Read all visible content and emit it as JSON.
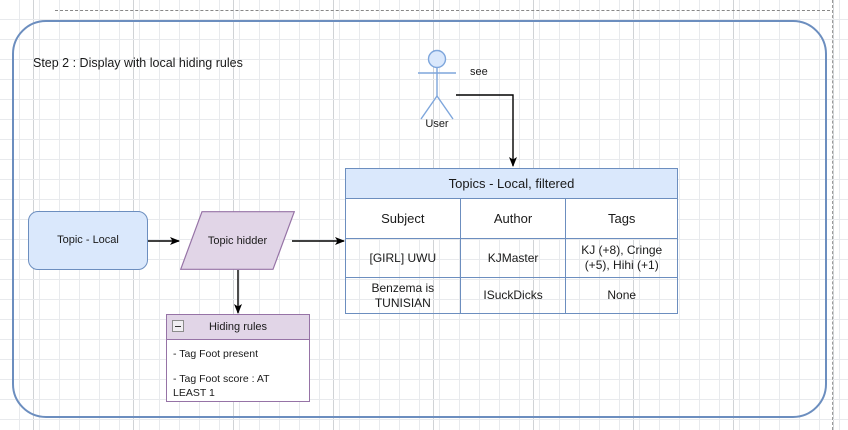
{
  "canvas": {
    "step_title": "Step 2 : Display with local hiding rules",
    "colors": {
      "frame_border": "#6c8ebf",
      "box_fill": "#dae8fc",
      "box_border": "#6c8ebf",
      "parallelogram_fill": "#e1d5e7",
      "parallelogram_border": "#9673a6",
      "note_header_fill": "#e1d5e7",
      "note_border": "#9673a6",
      "actor_stroke": "#7ea6dc",
      "connector": "#000000",
      "grid": "#e8eaed"
    }
  },
  "nodes": {
    "topic_local": {
      "label": "Topic - Local"
    },
    "topic_hidder": {
      "label": "Topic hidder"
    },
    "actor": {
      "label": "User",
      "icon": "actor-stick-figure-icon"
    },
    "note": {
      "title": "Hiding rules",
      "collapse_icon": "collapse-minus-icon",
      "rules": [
        "- Tag Foot present",
        "- Tag Foot score : AT LEAST 1"
      ]
    }
  },
  "edges": {
    "see_label": "see"
  },
  "table": {
    "title": "Topics - Local, filtered",
    "columns": [
      "Subject",
      "Author",
      "Tags"
    ],
    "rows": [
      {
        "subject": "[GIRL] UWU",
        "author": "KJMaster",
        "tags": "KJ (+8), Cringe (+5), Hihi (+1)"
      },
      {
        "subject": "Benzema is TUNISIAN",
        "author": "ISuckDicks",
        "tags": "None"
      }
    ]
  }
}
